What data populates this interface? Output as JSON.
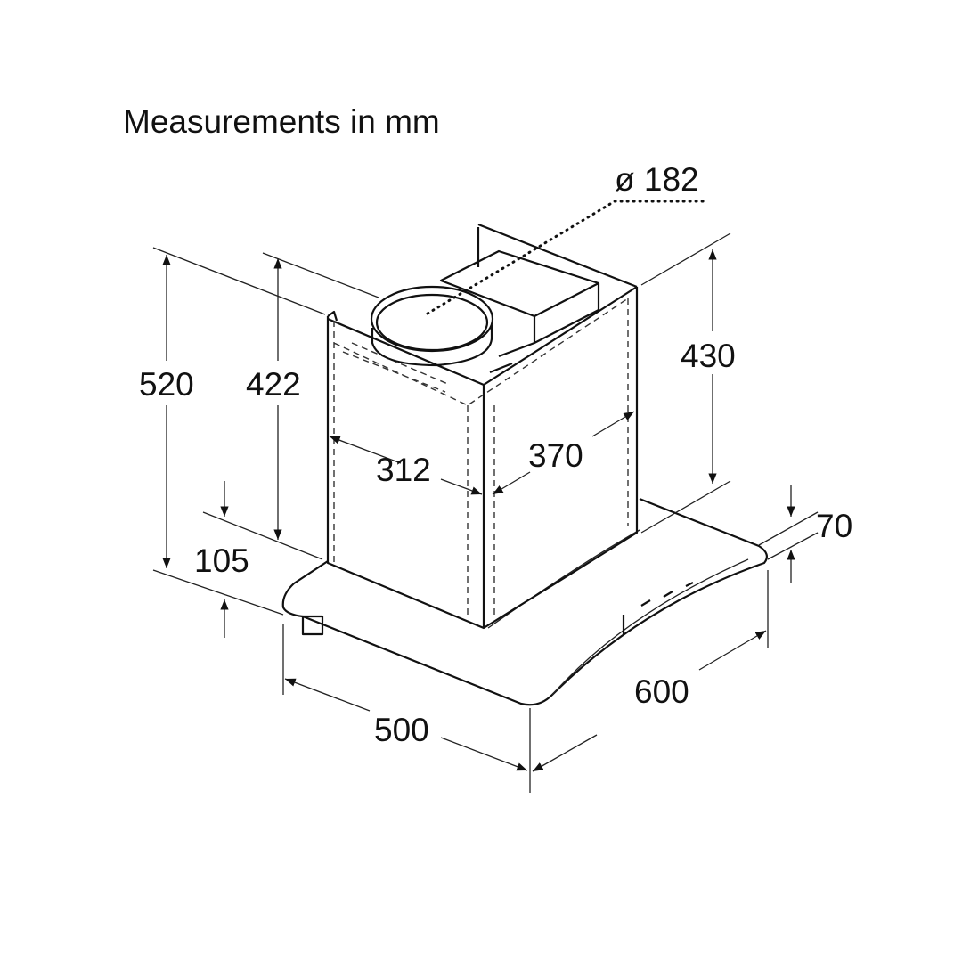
{
  "title": "Measurements in mm",
  "dimensions": {
    "duct_diameter": "ø 182",
    "total_height": "520",
    "chimney_height": "422",
    "upper_height": "430",
    "chimney_width": "312",
    "chimney_depth": "370",
    "front_edge_height": "105",
    "glass_thickness": "70",
    "depth": "500",
    "width": "600"
  }
}
